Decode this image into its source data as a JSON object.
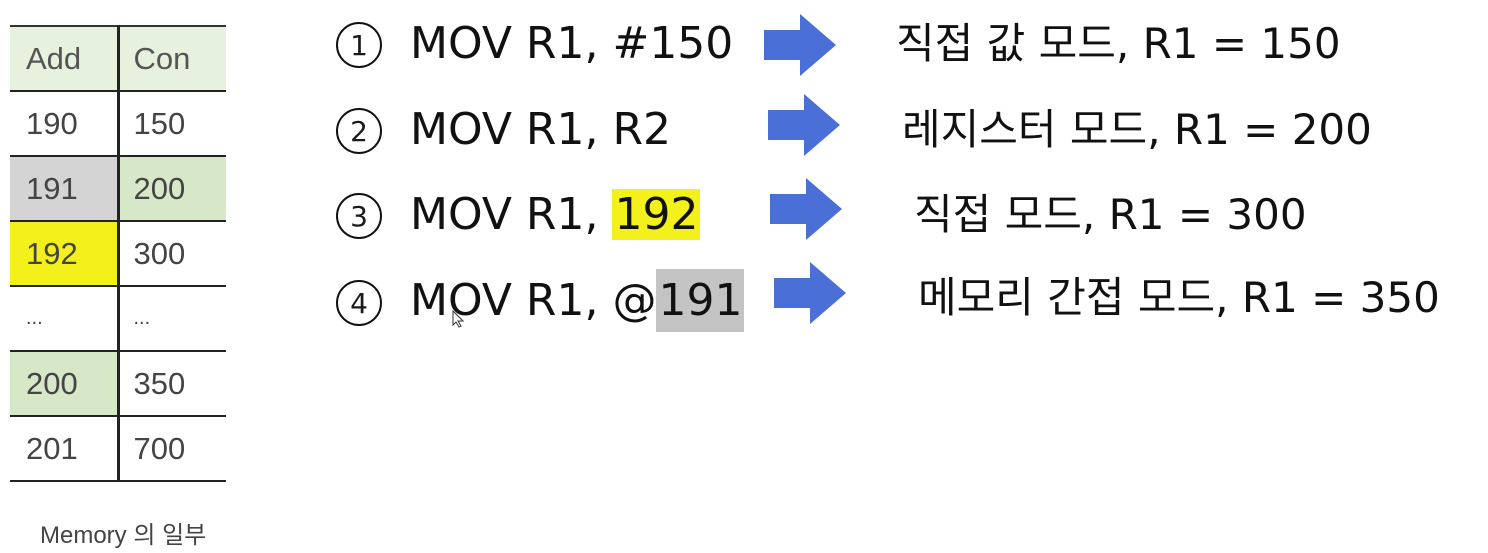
{
  "memory": {
    "headers": [
      "Add",
      "Con"
    ],
    "rows": [
      {
        "addr": "190",
        "content": "150"
      },
      {
        "addr": "191",
        "content": "200"
      },
      {
        "addr": "192",
        "content": "300"
      },
      {
        "addr": "...",
        "content": "..."
      },
      {
        "addr": "200",
        "content": "350"
      },
      {
        "addr": "201",
        "content": "700"
      }
    ],
    "caption": "Memory 의 일부"
  },
  "instructions": [
    {
      "num": "1",
      "prefix": "MOV R1, #150",
      "highlight": "",
      "result": "직접 값 모드,  R1 = 150"
    },
    {
      "num": "2",
      "prefix": "MOV R1, R2",
      "highlight": "",
      "result": "레지스터 모드,  R1 = 200"
    },
    {
      "num": "3",
      "prefix": "MOV R1, ",
      "highlight": "192",
      "result": "직접 모드,  R1 = 300"
    },
    {
      "num": "4",
      "prefix": "MOV R1, @",
      "highlight": "191",
      "result": "메모리 간접 모드,  R1 = 350"
    }
  ],
  "colors": {
    "arrow": "#4a6fd6",
    "highlight_yellow": "#f4f01c",
    "highlight_gray": "#c4c4c4",
    "highlight_green": "#d6e8c8",
    "header_green": "#e6f2de"
  }
}
